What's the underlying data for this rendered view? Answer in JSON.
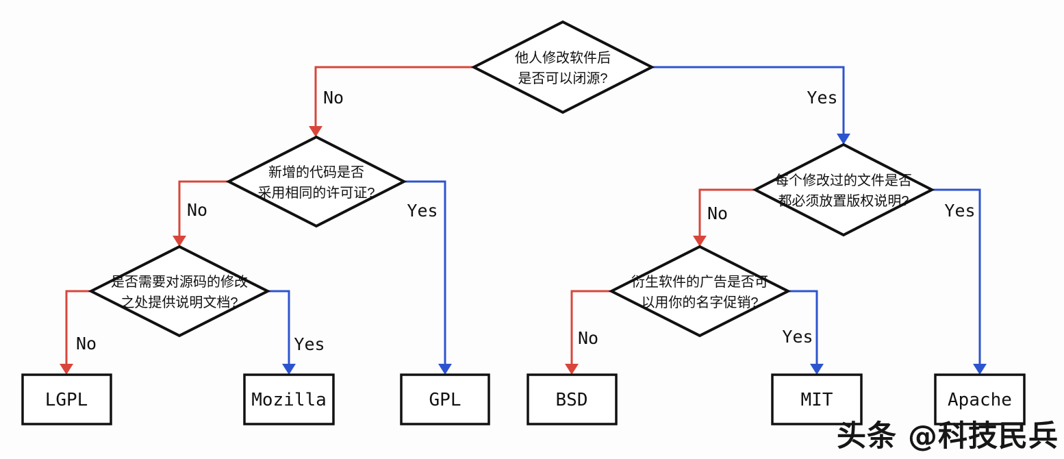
{
  "meta": {
    "background": "#fdfdfd",
    "ink": "#111111",
    "red": "#d9453a",
    "blue": "#2d54cf",
    "diagram_type": "decision-flowchart",
    "topic": "open-source license chooser"
  },
  "decisions": [
    {
      "id": "root",
      "line1": "他人修改软件后",
      "line2": "是否可以闭源?"
    },
    {
      "id": "same-license",
      "line1": "新增的代码是否",
      "line2": "采用相同的许可证?"
    },
    {
      "id": "copyright-notice",
      "line1": "每个修改过的文件是否",
      "line2": "都必须放置版权说明?"
    },
    {
      "id": "doc-changes",
      "line1": "是否需要对源码的修改",
      "line2": "之处提供说明文档?"
    },
    {
      "id": "name-promo",
      "line1": "衍生软件的广告是否可",
      "line2": "以用你的名字促销?"
    }
  ],
  "licenses": [
    "LGPL",
    "Mozilla",
    "GPL",
    "BSD",
    "MIT",
    "Apache"
  ],
  "edge_labels": {
    "no": "No",
    "yes": "Yes"
  },
  "watermark": "头条 @科技民兵"
}
